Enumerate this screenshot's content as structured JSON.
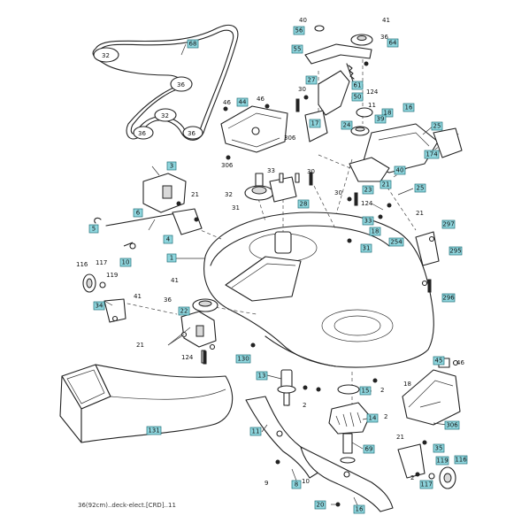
{
  "caption": "36(92cm)..deck-elect.[CRD]..11",
  "labels": {
    "l68": "68",
    "l32a": "32",
    "l36a": "36",
    "l36b": "36",
    "l36c": "36",
    "l32b": "32",
    "l40": "40",
    "l41a": "41",
    "l56": "56",
    "l36d": "36",
    "l55": "55",
    "l64": "64",
    "l46a": "46",
    "l46b": "46",
    "l44": "44",
    "l27": "27",
    "l30a": "30",
    "l61": "61",
    "l50": "50",
    "l124a": "124",
    "l11a": "11",
    "l18a": "18",
    "l17a": "17",
    "l39": "39",
    "l16a": "16",
    "l25a": "25",
    "l24a": "24",
    "l174": "174",
    "l306a": "306",
    "l306b": "306",
    "l3": "3",
    "l33a": "33",
    "l30b": "30",
    "l32c": "32",
    "l28": "28",
    "l31a": "31",
    "l21a": "21",
    "l6": "6",
    "l5": "5",
    "l4": "4",
    "l10": "10",
    "l40b": "40",
    "l21b": "21",
    "l30c": "30",
    "l23": "23",
    "l25b": "25",
    "l124b": "124",
    "l21c": "21",
    "l33b": "33",
    "l18b": "18",
    "l31b": "31",
    "l254": "254",
    "l297": "297",
    "l295": "295",
    "l296": "296",
    "l1": "1",
    "l116a": "116",
    "l117a": "117",
    "l119a": "119",
    "l41b": "41",
    "l34": "34",
    "l41c": "41",
    "l36e": "36",
    "l22": "22",
    "l21d": "21",
    "l124c": "124",
    "l130": "130",
    "l13": "13",
    "l15": "15",
    "l2a": "2",
    "l18c": "18",
    "l2b": "2",
    "l2c": "2",
    "l14": "14",
    "l45": "45",
    "l46c": "46",
    "l306c": "306",
    "l131": "131",
    "l11b": "11",
    "l69": "69",
    "l21e": "21",
    "l35": "35",
    "l119b": "119",
    "l116b": "116",
    "l117b": "117",
    "l2d": "2",
    "l9": "9",
    "l8": "8",
    "l10b": "10",
    "l20": "20",
    "l16b": "16"
  }
}
